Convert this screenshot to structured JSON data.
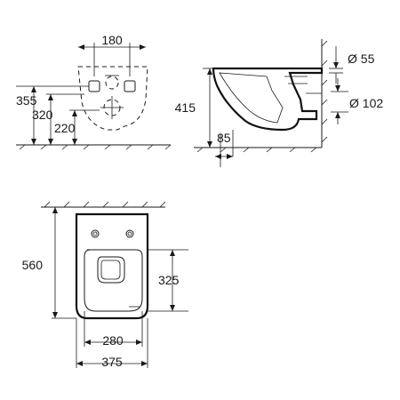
{
  "rear_view": {
    "width_label": "180",
    "height_labels": [
      "355",
      "320",
      "220"
    ]
  },
  "side_view": {
    "height_label": "415",
    "offset_label": "85",
    "pipe_labels": [
      "Ø 55",
      "Ø 102"
    ]
  },
  "top_view": {
    "length_label": "560",
    "seat_depth_label": "325",
    "seat_width_label": "280",
    "overall_width_label": "375"
  }
}
